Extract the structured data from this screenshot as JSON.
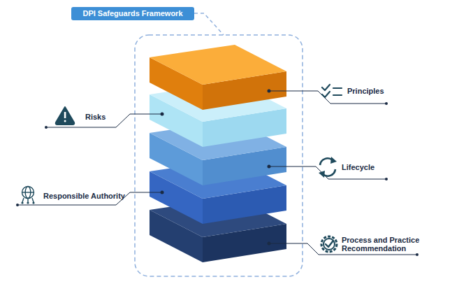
{
  "diagram": {
    "title": "DPI Safeguards Framework",
    "labels": [
      "Principles",
      "Risks",
      "Lifecycle",
      "Responsible Authority",
      "Process and Practice Recommendation"
    ]
  }
}
